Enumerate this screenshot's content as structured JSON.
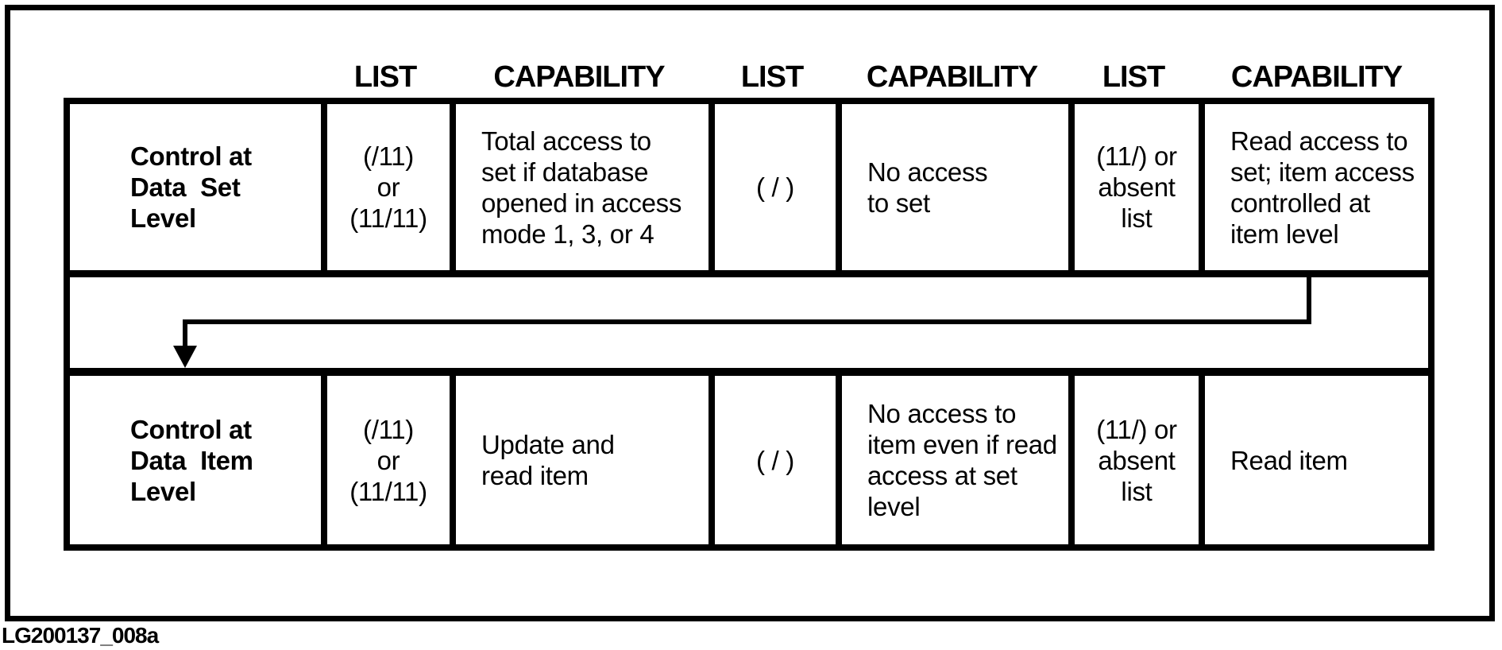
{
  "figure": {
    "caption": "LG200137_008a",
    "colors": {
      "ink": "#000000",
      "paper": "#ffffff"
    },
    "column_headers": [
      "LIST",
      "CAPABILITY",
      "LIST",
      "CAPABILITY",
      "LIST",
      "CAPABILITY"
    ],
    "rows": [
      {
        "label": "Control at\nData  Set\nLevel",
        "list1": "(/11)\nor\n(11/11)",
        "capability1": "Total access to\nset if database\nopened in access\nmode 1, 3, or 4",
        "list2": "( / )",
        "capability2": "No access\nto set",
        "list3": "(11/) or\nabsent\nlist",
        "capability3": "Read access to\nset; item access\ncontrolled at\nitem level"
      },
      {
        "label": "Control at\nData  Item\nLevel",
        "list1": "(/11)\nor\n(11/11)",
        "capability1": "Update and\nread item",
        "list2": "( / )",
        "capability2": "No access to\nitem even if read\naccess at set\nlevel",
        "list3": "(11/) or\nabsent\nlist",
        "capability3": "Read item"
      }
    ]
  }
}
